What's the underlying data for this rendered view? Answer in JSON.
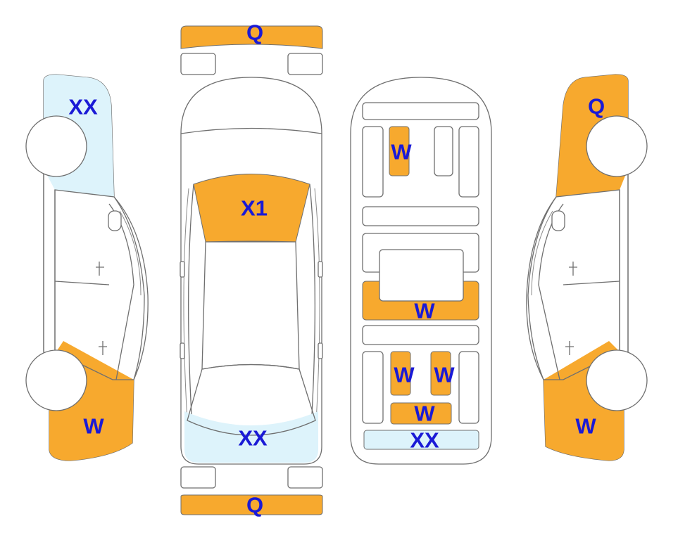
{
  "colors": {
    "orange": "#F7A92E",
    "light_blue": "#DDF3FB",
    "label": "#1A1AD6",
    "outline": "#6F6F6F"
  },
  "labels": {
    "front_bumper": "Q",
    "rear_bumper": "Q",
    "windshield": "X1",
    "rear_window": "XX",
    "left_front": "XX",
    "left_rear": "W",
    "right_front": "Q",
    "right_rear": "W",
    "floor_front_left": "W",
    "floor_middle": "W",
    "floor_rear_left": "W",
    "floor_rear_right": "W",
    "floor_rear_center": "W",
    "floor_trunk": "XX"
  }
}
